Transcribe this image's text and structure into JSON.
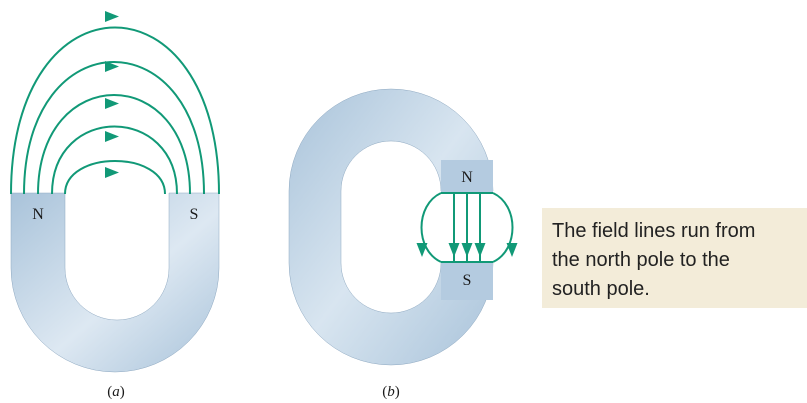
{
  "figure_a": {
    "north_label": "N",
    "south_label": "S",
    "caption_open": "(",
    "caption_letter": "a",
    "caption_close": ")"
  },
  "figure_b": {
    "north_label": "N",
    "south_label": "S",
    "caption_open": "(",
    "caption_letter": "b",
    "caption_close": ")"
  },
  "note": {
    "lines": [
      "The field lines run from",
      "the north pole to the",
      "south pole."
    ]
  },
  "colors": {
    "magnet_fill": "#a9c3da",
    "magnet_light": "#dde8f2",
    "field_line": "#119977",
    "note_background": "#f3ecd9"
  }
}
